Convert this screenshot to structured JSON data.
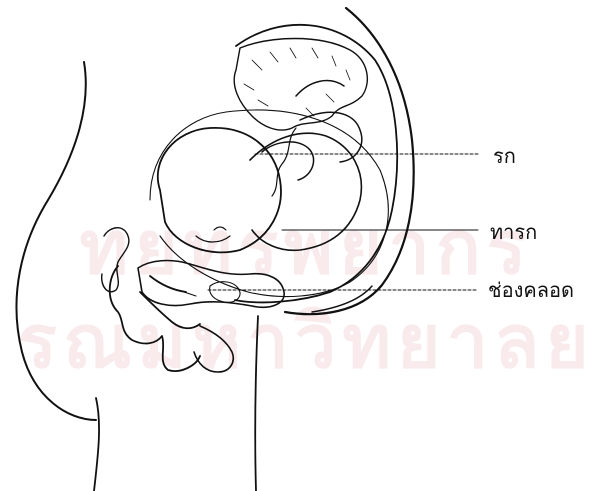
{
  "watermark": {
    "line1": "ทยทรพยากร",
    "line2": "รณมหาวิทยาลย"
  },
  "labels": {
    "placenta": "รก",
    "fetus": "ทารก",
    "vagina": "ช่องคลอด"
  }
}
